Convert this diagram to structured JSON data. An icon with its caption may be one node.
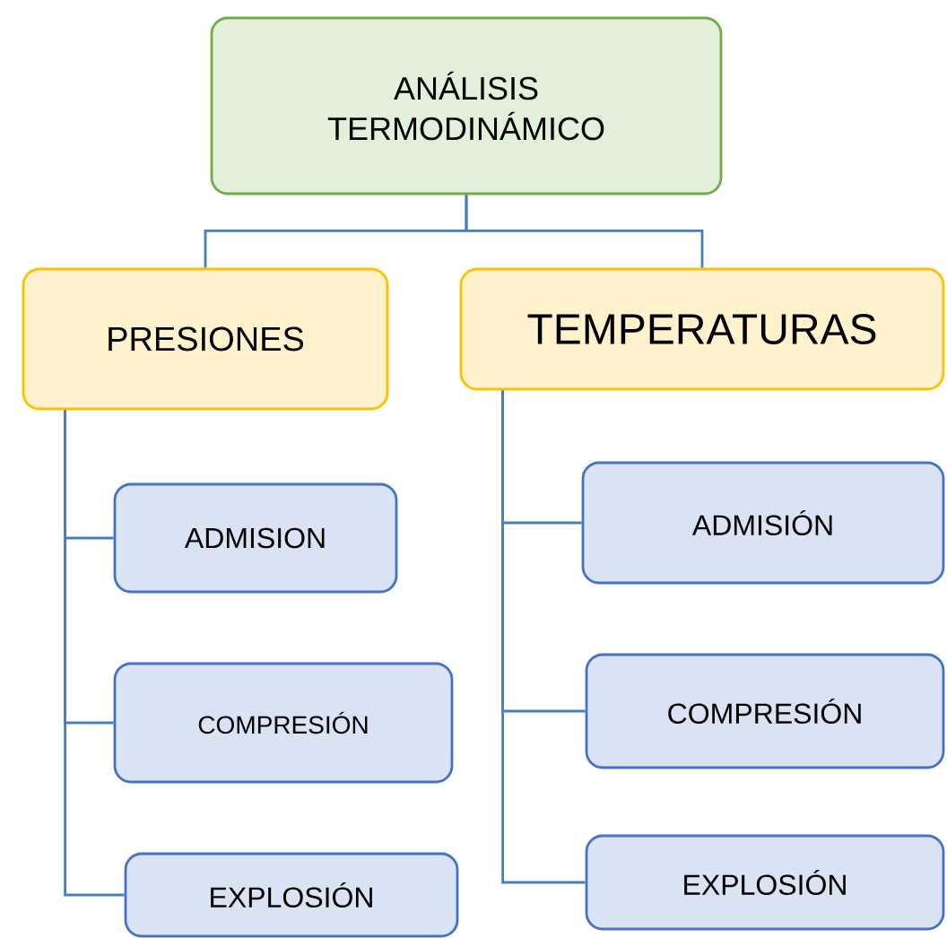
{
  "diagram": {
    "nodes": [
      {
        "text": [
          "ANÁLISIS TERMODINÁMICO"
        ]
      },
      {
        "text": [
          "PRESIONES"
        ]
      },
      {
        "text": [
          "TEMPERATURAS"
        ]
      },
      {
        "text": [
          "ADMISION"
        ]
      },
      {
        "text": [
          "COMPRESIÓN"
        ]
      },
      {
        "text": [
          "EXPLOSIÓN"
        ]
      },
      {
        "text": [
          "ADMISIÓN"
        ]
      },
      {
        "text": [
          "COMPRESIÓN"
        ]
      },
      {
        "text": [
          "EXPLOSIÓN"
        ]
      }
    ],
    "edges": [
      {
        "from": 0,
        "to": 1,
        "arrow": "none"
      },
      {
        "from": 0,
        "to": 2,
        "arrow": "none"
      },
      {
        "from": 1,
        "to": 3,
        "arrow": "none"
      },
      {
        "from": 1,
        "to": 4,
        "arrow": "none"
      },
      {
        "from": 1,
        "to": 5,
        "arrow": "none"
      },
      {
        "from": 2,
        "to": 6,
        "arrow": "none"
      },
      {
        "from": 2,
        "to": 7,
        "arrow": "none"
      },
      {
        "from": 2,
        "to": 8,
        "arrow": "none"
      }
    ]
  }
}
